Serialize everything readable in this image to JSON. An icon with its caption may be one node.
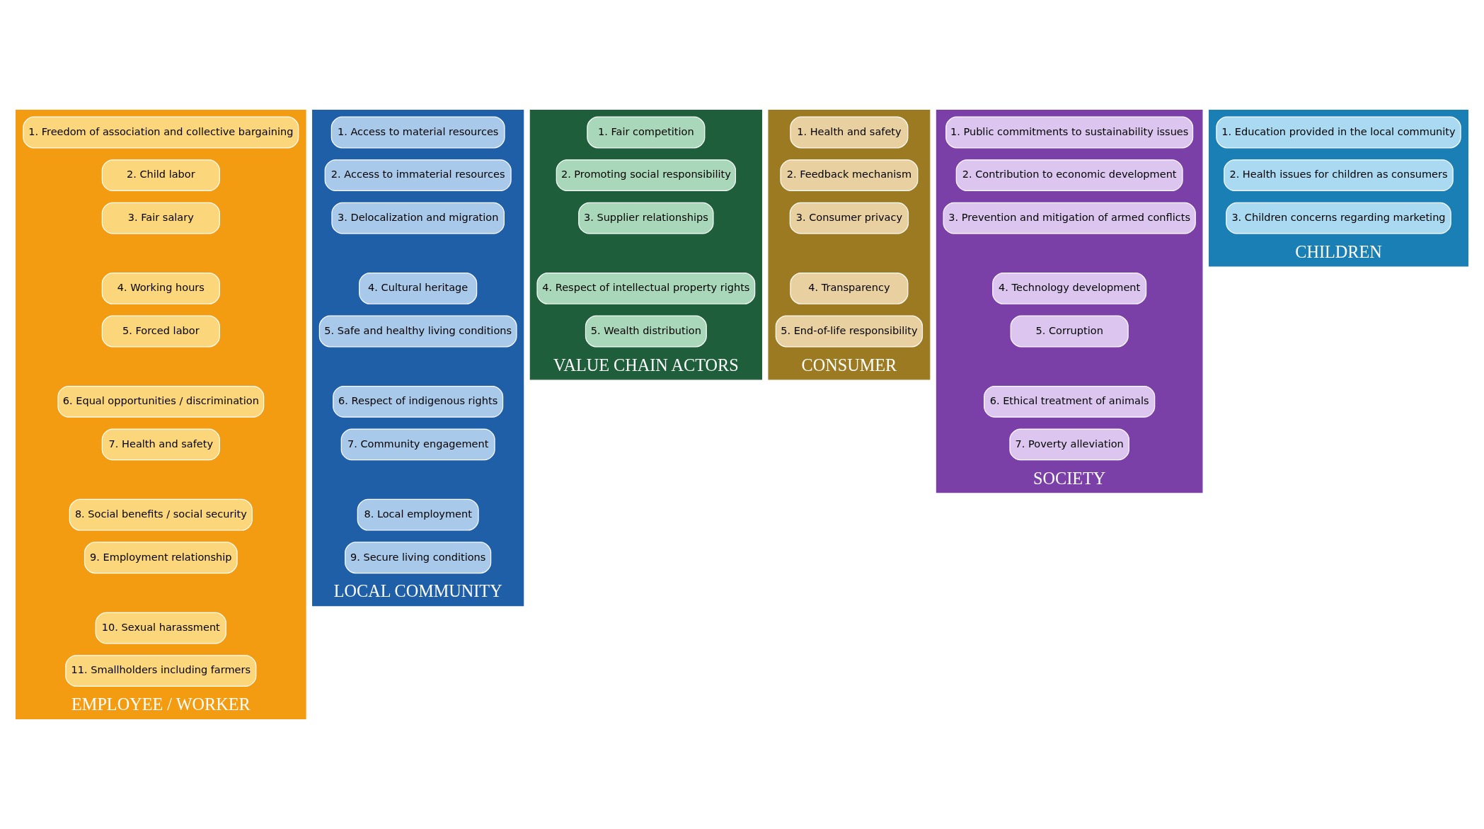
{
  "diagram": {
    "nodes": [
      {
        "text": [
          "EMPLOYEE / WORKER"
        ]
      },
      {
        "text": [
          "1. Freedom of association and collective bargaining"
        ],
        "in": 0
      },
      {
        "text": [
          "2. Child labor"
        ],
        "in": 0
      },
      {
        "text": [
          "3. Fair salary"
        ],
        "in": 0
      },
      {
        "text": [
          "4. Working hours"
        ],
        "in": 0
      },
      {
        "text": [
          "5. Forced labor"
        ],
        "in": 0
      },
      {
        "text": [
          "6. Equal opportunities / discrimination"
        ],
        "in": 0
      },
      {
        "text": [
          "7. Health and safety"
        ],
        "in": 0
      },
      {
        "text": [
          "8. Social benefits / social security"
        ],
        "in": 0
      },
      {
        "text": [
          "9. Employment relationship"
        ],
        "in": 0
      },
      {
        "text": [
          "10. Sexual harassment"
        ],
        "in": 0
      },
      {
        "text": [
          "11. Smallholders including farmers"
        ],
        "in": 0
      },
      {
        "text": [
          "LOCAL COMMUNITY"
        ]
      },
      {
        "text": [
          "1. Access to material resources"
        ],
        "in": 12
      },
      {
        "text": [
          "2. Access to immaterial resources"
        ],
        "in": 12
      },
      {
        "text": [
          "3. Delocalization and migration"
        ],
        "in": 12
      },
      {
        "text": [
          "4. Cultural heritage"
        ],
        "in": 12
      },
      {
        "text": [
          "5. Safe and healthy living conditions"
        ],
        "in": 12
      },
      {
        "text": [
          "6. Respect of indigenous rights"
        ],
        "in": 12
      },
      {
        "text": [
          "7. Community engagement"
        ],
        "in": 12
      },
      {
        "text": [
          "8. Local employment"
        ],
        "in": 12
      },
      {
        "text": [
          "9. Secure living conditions"
        ],
        "in": 12
      },
      {
        "text": [
          "VALUE CHAIN ACTORS"
        ]
      },
      {
        "text": [
          "1. Fair competition"
        ],
        "in": 22
      },
      {
        "text": [
          "2. Promoting social responsibility"
        ],
        "in": 22
      },
      {
        "text": [
          "3. Supplier relationships"
        ],
        "in": 22
      },
      {
        "text": [
          "4. Respect of intellectual property rights"
        ],
        "in": 22
      },
      {
        "text": [
          "5. Wealth distribution"
        ],
        "in": 22
      },
      {
        "text": [
          "CONSUMER"
        ]
      },
      {
        "text": [
          "1. Health and safety"
        ],
        "in": 28
      },
      {
        "text": [
          "2. Feedback mechanism"
        ],
        "in": 28
      },
      {
        "text": [
          "3. Consumer privacy"
        ],
        "in": 28
      },
      {
        "text": [
          "4. Transparency"
        ],
        "in": 28
      },
      {
        "text": [
          "5. End-of-life responsibility"
        ],
        "in": 28
      },
      {
        "text": [
          "SOCIETY"
        ]
      },
      {
        "text": [
          "1. Public commitments to sustainability issues"
        ],
        "in": 34
      },
      {
        "text": [
          "2. Contribution to economic development"
        ],
        "in": 34
      },
      {
        "text": [
          "3. Prevention and mitigation of armed conflicts"
        ],
        "in": 34
      },
      {
        "text": [
          "4. Technology development"
        ],
        "in": 34
      },
      {
        "text": [
          "5. Corruption"
        ],
        "in": 34
      },
      {
        "text": [
          "6. Ethical treatment of animals"
        ],
        "in": 34
      },
      {
        "text": [
          "7. Poverty alleviation"
        ],
        "in": 34
      },
      {
        "text": [
          "CHILDREN"
        ]
      },
      {
        "text": [
          "1. Education provided in the local community"
        ],
        "in": 42
      },
      {
        "text": [
          "2. Health issues for children as consumers"
        ],
        "in": 42
      },
      {
        "text": [
          "3. Children concerns regarding marketing"
        ],
        "in": 42
      }
    ],
    "edges": []
  }
}
